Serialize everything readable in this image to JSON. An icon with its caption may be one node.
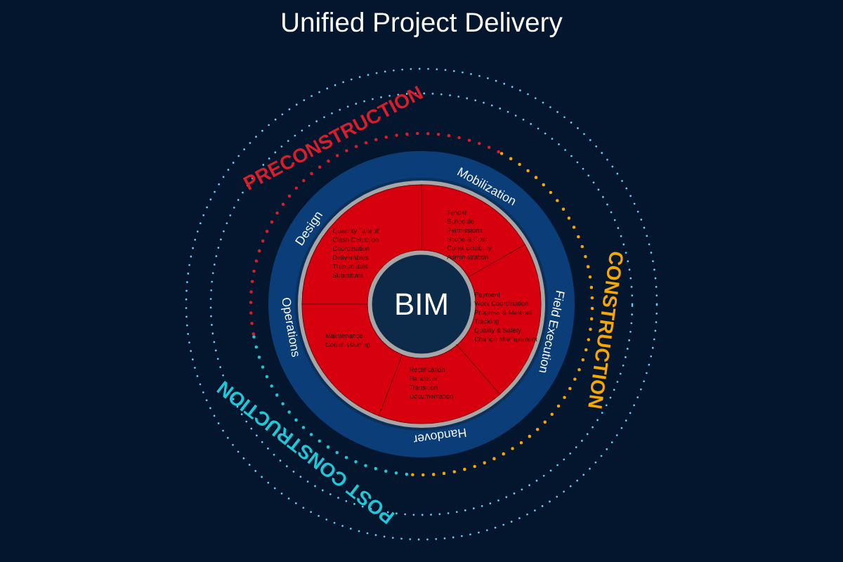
{
  "diagram": {
    "title": "Unified Project Delivery",
    "nodes": [
      {
        "text": [
          "Design",
          "Quantity Takeoff",
          "Clash Detection",
          "Coordination",
          "Deliverables",
          "Transmittals",
          "Submittals"
        ]
      },
      {
        "text": [
          "Mobilization",
          "Tender",
          "Schedule",
          "Permissions",
          "Scope & Cost",
          "Constructability",
          "Administration"
        ]
      },
      {
        "text": [
          "Field Execution",
          "Payment",
          "Work Coordination",
          "Progress & Material",
          "Tracking",
          "Quality & Safety",
          "Change Management"
        ]
      },
      {
        "text": [
          "Handover",
          "Rectification",
          "Handover",
          "Transition",
          "Documentation"
        ]
      },
      {
        "text": [
          "Operations",
          "Maintenance",
          "Commissioning"
        ]
      },
      {
        "text": [
          "BIM"
        ]
      }
    ],
    "labels": [
      "PRECONSTRUCTION",
      "CONSTRUCTION",
      "POST CONSTRUCTION"
    ]
  }
}
